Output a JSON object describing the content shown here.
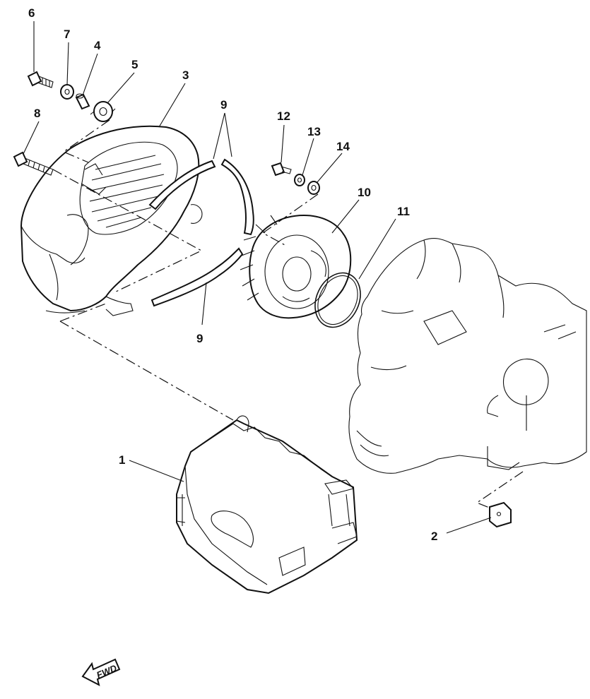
{
  "diagram": {
    "callouts": {
      "c1": "1",
      "c2": "2",
      "c3": "3",
      "c4": "4",
      "c5": "5",
      "c6": "6",
      "c7": "7",
      "c8": "8",
      "c9a": "9",
      "c9b": "9",
      "c10": "10",
      "c11": "11",
      "c12": "12",
      "c13": "13",
      "c14": "14"
    },
    "fwd_label": "FWD"
  }
}
